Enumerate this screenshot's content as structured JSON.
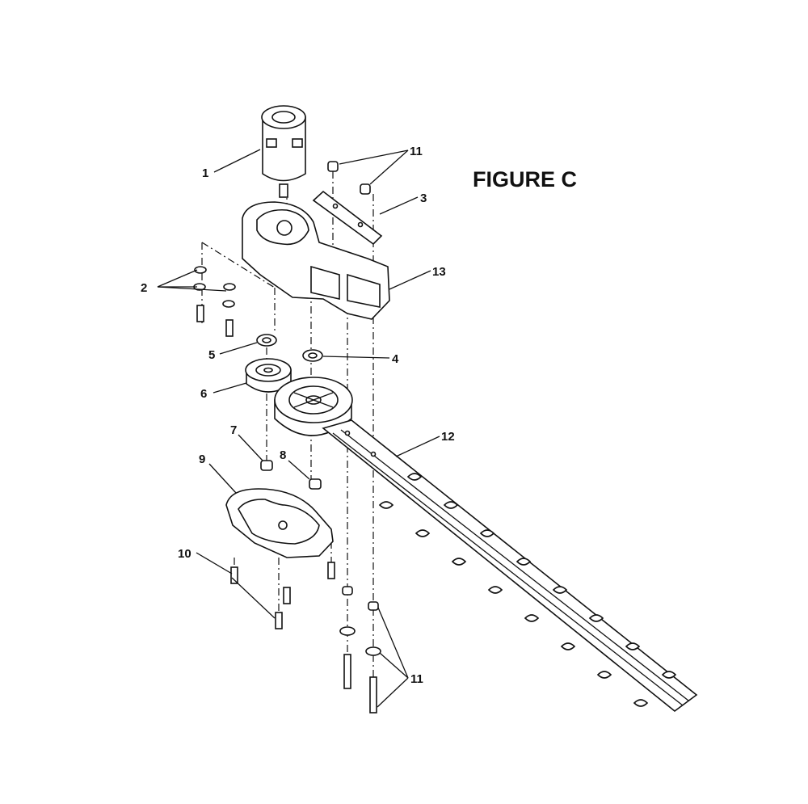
{
  "figure": {
    "title": "FIGURE C"
  },
  "callouts": {
    "c1": "1",
    "c2": "2",
    "c3": "3",
    "c4": "4",
    "c5": "5",
    "c6": "6",
    "c7": "7",
    "c8": "8",
    "c9": "9",
    "c10": "10",
    "c11_top": "11",
    "c11_bottom": "11",
    "c12": "12",
    "c13": "13"
  }
}
